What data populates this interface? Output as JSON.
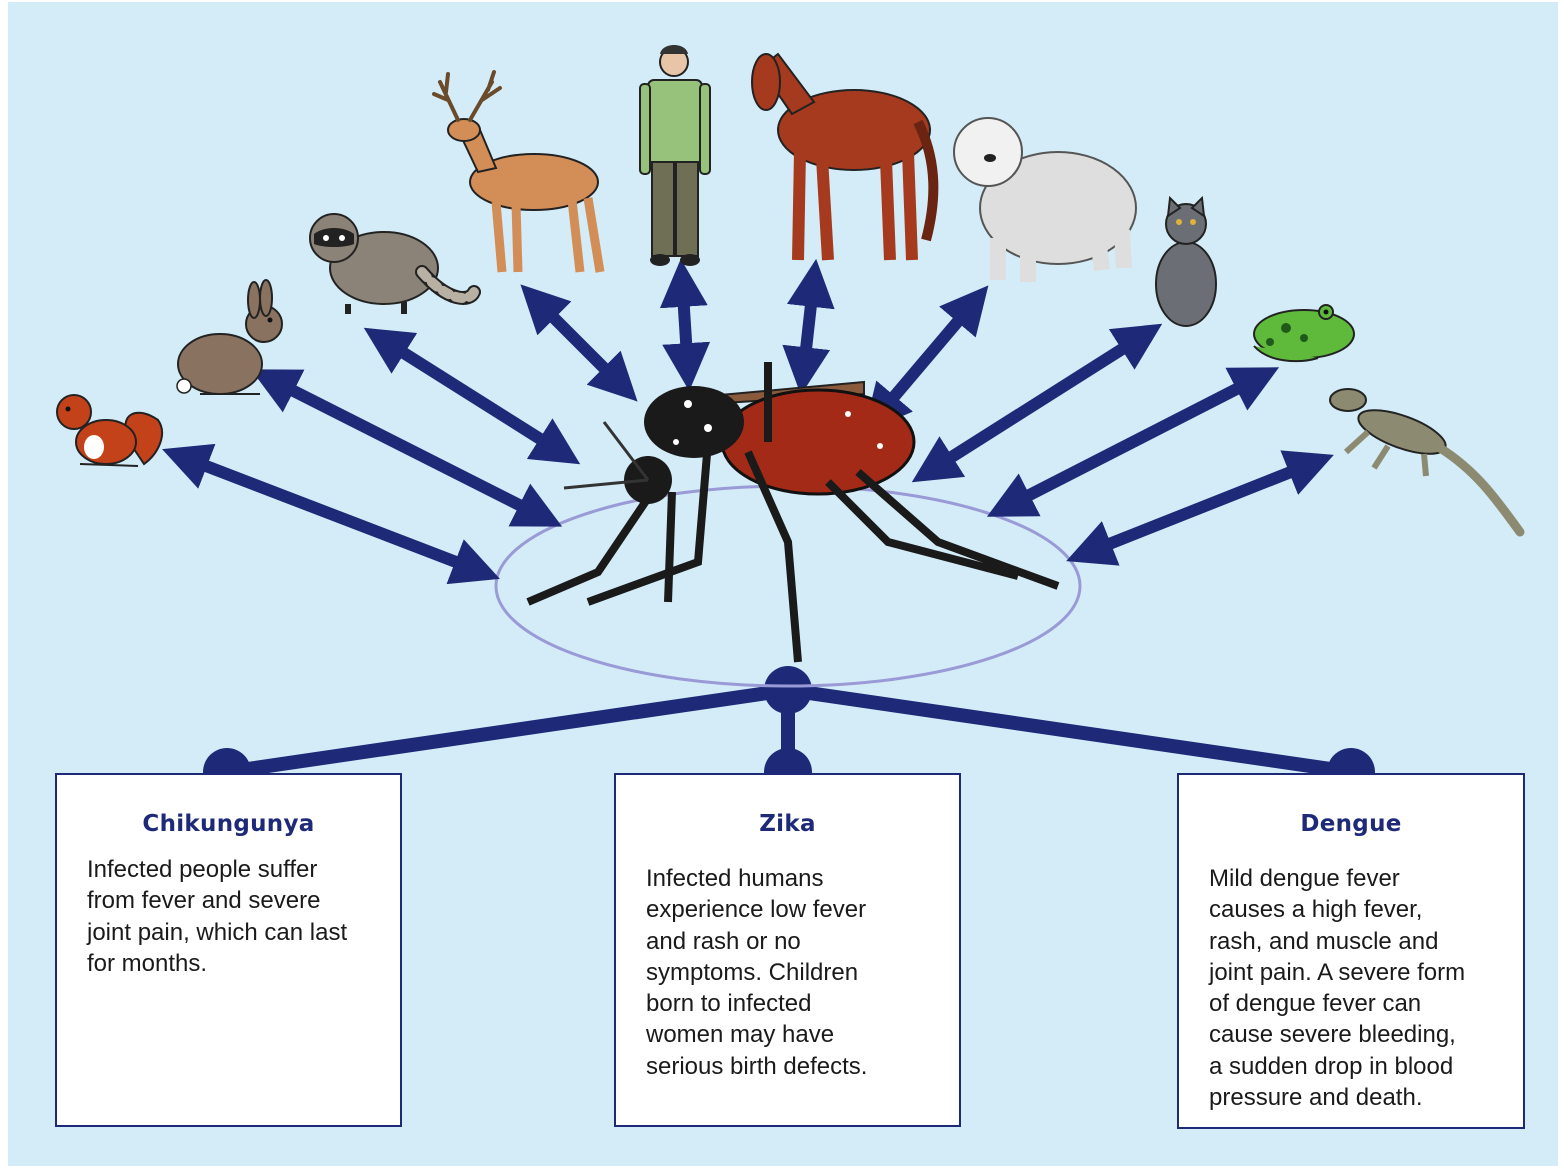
{
  "colors": {
    "background": "#d3ecf8",
    "arrow": "#1e2a78",
    "ring": "#9a9ad6",
    "card_border": "#1e2a78",
    "title_text": "#1e2a78"
  },
  "hosts": [
    {
      "name": "squirrel",
      "icon": "squirrel-icon"
    },
    {
      "name": "rabbit",
      "icon": "rabbit-icon"
    },
    {
      "name": "raccoon",
      "icon": "raccoon-icon"
    },
    {
      "name": "deer",
      "icon": "deer-icon"
    },
    {
      "name": "human",
      "icon": "human-icon"
    },
    {
      "name": "horse",
      "icon": "horse-icon"
    },
    {
      "name": "dog",
      "icon": "dog-icon"
    },
    {
      "name": "cat",
      "icon": "cat-icon"
    },
    {
      "name": "frog",
      "icon": "frog-icon"
    },
    {
      "name": "lizard",
      "icon": "lizard-icon"
    }
  ],
  "vector": {
    "icon": "mosquito-icon"
  },
  "diseases": [
    {
      "title": "Chikungunya",
      "body": "Infected people suffer\nfrom fever and severe\njoint pain, which can last\nfor months."
    },
    {
      "title": "Zika",
      "body": "Infected humans\nexperience low fever\nand rash or no\nsymptoms. Children\nborn to infected\nwomen may have\nserious birth defects."
    },
    {
      "title": "Dengue",
      "body": "Mild dengue fever\ncauses a high fever,\nrash, and muscle and\njoint pain. A severe form\nof dengue fever can\ncause severe bleeding,\na sudden drop in blood\npressure and death."
    }
  ]
}
